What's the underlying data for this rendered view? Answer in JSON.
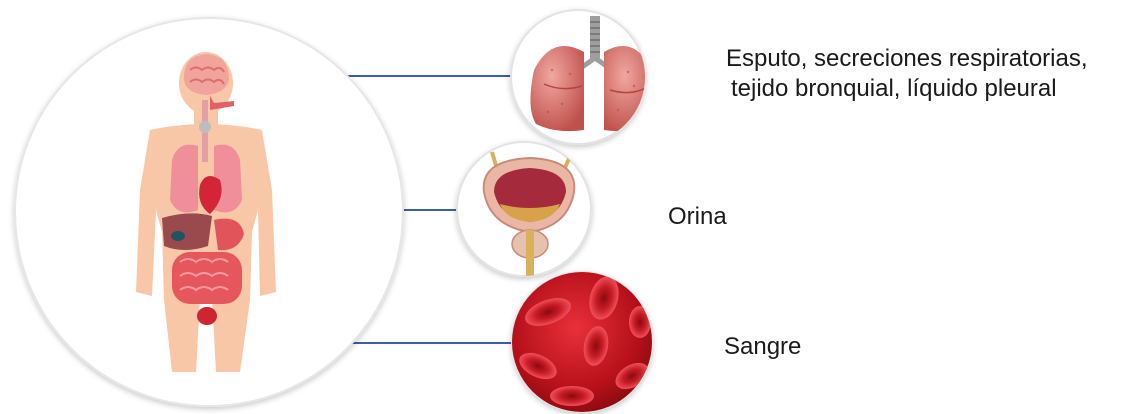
{
  "labels": {
    "lungs_line1": "Esputo, secreciones respiratorias,",
    "lungs_line2": "tejido bronquial, líquido pleural",
    "bladder": "Orina",
    "blood": "Sangre"
  },
  "colors": {
    "connector": "#3a5fa8",
    "circle_border": "#e3e3e3",
    "skin": "#f8c7a7",
    "organ_red": "#d9434f",
    "blood_bg": "#c0141e",
    "text": "#1a1a1a"
  },
  "icons": [
    "human-body-anatomy-illustration",
    "lungs-illustration",
    "bladder-illustration",
    "red-blood-cells-illustration"
  ]
}
